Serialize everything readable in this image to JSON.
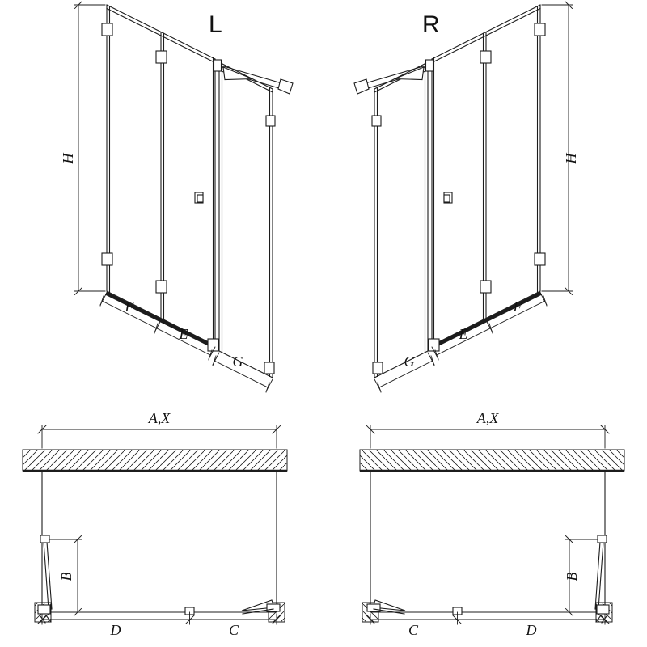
{
  "page": {
    "background": "#ffffff",
    "line_color": "#1c1c1c"
  },
  "views": {
    "iso_left": {
      "variant_label": "L",
      "height_label": "H",
      "front_left_label": "F",
      "front_right_label": "E",
      "side_label": "G"
    },
    "iso_right": {
      "variant_label": "R",
      "height_label": "H",
      "front_left_label": "E",
      "front_right_label": "F",
      "side_label": "G"
    },
    "plan_left": {
      "width_label": "A,X",
      "depth_label": "B",
      "bottom_left_label": "D",
      "bottom_right_label": "C"
    },
    "plan_right": {
      "width_label": "A,X",
      "depth_label": "B",
      "bottom_left_label": "C",
      "bottom_right_label": "D"
    }
  }
}
